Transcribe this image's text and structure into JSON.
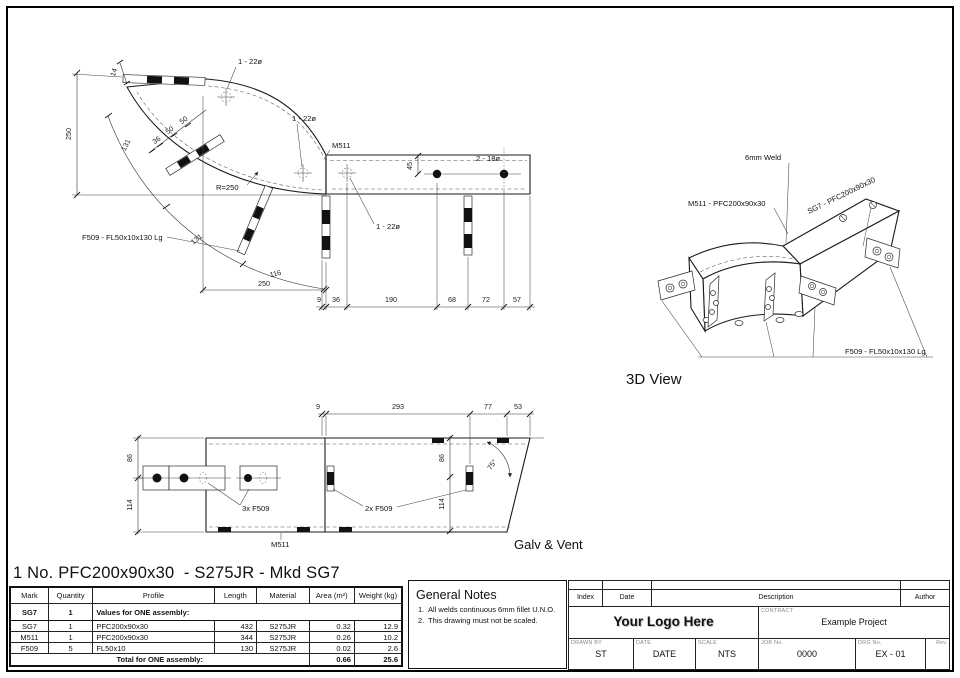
{
  "drawing": {
    "plan": {
      "dim_left": "250",
      "dim_top": "14",
      "arc_dims": [
        "131",
        "131",
        "116"
      ],
      "offset_dims": [
        "36",
        "50",
        "50"
      ],
      "radius_label": "R=250",
      "hole_label_a": "1 - 22ø",
      "hole_label_b": "1 - 22ø",
      "hole_label_c": "1 - 22ø",
      "hole_label_d": "2 - 18ø",
      "dim_45": "45",
      "dim_bottom_250": "250",
      "bottom_dims": [
        "9",
        "36",
        "190",
        "68",
        "72",
        "57"
      ],
      "part_label": "M511",
      "plate_label": "F509 - FL50x10x130 Lg"
    },
    "elevation": {
      "top_dims": [
        "9",
        "293",
        "77",
        "53"
      ],
      "left_dims": [
        "86",
        "114"
      ],
      "right_dims": [
        "86",
        "114"
      ],
      "angle": "75°",
      "label_3x": "3x F509",
      "label_2x": "2x F509",
      "part_label": "M511",
      "note": "Galv & Vent"
    },
    "iso": {
      "weld_label": "6mm Weld",
      "m511_label": "M511 - PFC200x90x30",
      "sg7_label": "SG7 - PFC200x90x30",
      "f509_label": "F509 - FL50x10x130 Lg",
      "title": "3D View"
    }
  },
  "assembly_title": "1 No. PFC200x90x30  - S275JR - Mkd SG7",
  "parts_table": {
    "headers": [
      "Mark",
      "Quantity",
      "Profile",
      "Length",
      "Material",
      "Area (m²)",
      "Weight (kg)"
    ],
    "group_mark": "SG7",
    "group_qty": "1",
    "group_label": "Values for ONE assembly:",
    "rows": [
      {
        "mark": "SG7",
        "qty": "1",
        "profile": "PFC200x90x30",
        "length": "432",
        "material": "S275JR",
        "area": "0.32",
        "weight": "12.9"
      },
      {
        "mark": "M511",
        "qty": "1",
        "profile": "PFC200x90x30",
        "length": "344",
        "material": "S275JR",
        "area": "0.26",
        "weight": "10.2"
      },
      {
        "mark": "F509",
        "qty": "5",
        "profile": "FL50x10",
        "length": "130",
        "material": "S275JR",
        "area": "0.02",
        "weight": "2.6"
      }
    ],
    "total_label": "Total for ONE assembly:",
    "total_area": "0.66",
    "total_weight": "25.6"
  },
  "general_notes": {
    "title": "General Notes",
    "items": [
      {
        "num": "1.",
        "text": "All welds continuous 6mm fillet U.N.O."
      },
      {
        "num": "2.",
        "text": "This drawing must not be scaled."
      }
    ]
  },
  "title_block": {
    "revision_headers": [
      "Index",
      "Date",
      "Description",
      "Author"
    ],
    "logo": "Your Logo Here",
    "contract_label": "CONTRACT",
    "contract": "Example Project",
    "drawn_by_label": "DRAWN BY",
    "drawn_by": "ST",
    "date_label": "DATE",
    "date": "DATE",
    "scale_label": "SCALE",
    "scale": "NTS",
    "job_label": "JOB No.",
    "job": "0000",
    "drg_label": "DRG No.",
    "drg": "EX - 01",
    "rev_label": "Rev."
  }
}
